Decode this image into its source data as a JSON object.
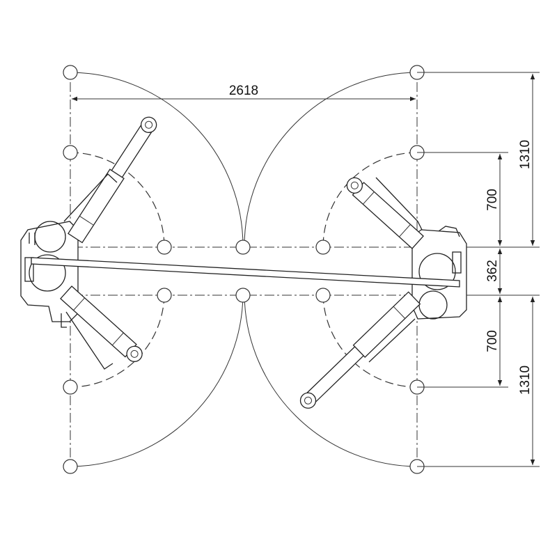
{
  "dimensions": {
    "width_top": "2618",
    "right_outer_top": "1310",
    "right_inner_top": "700",
    "right_middle": "362",
    "right_inner_bottom": "700",
    "right_outer_bottom": "1310"
  },
  "colors": {
    "line": "#222222",
    "background": "#ffffff"
  }
}
